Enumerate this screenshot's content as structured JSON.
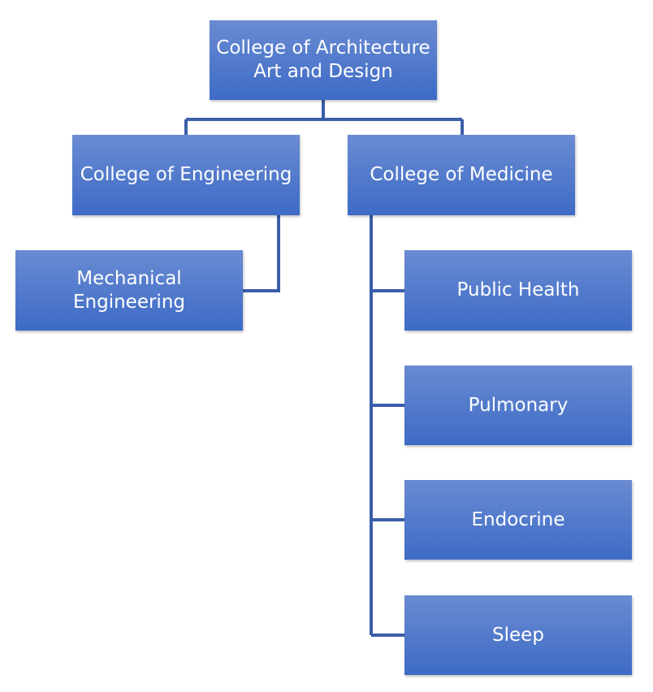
{
  "root": "College of Architecture Art and Design",
  "engineering": {
    "label": "College of Engineering",
    "children": [
      "Mechanical Engineering"
    ]
  },
  "medicine": {
    "label": "College of Medicine",
    "children": [
      "Public Health",
      "Pulmonary",
      "Endocrine",
      "Sleep"
    ]
  },
  "colors": {
    "box_top": "#6a8bd2",
    "box_bottom": "#3d6bc6",
    "connector": "#3a5ea8"
  }
}
